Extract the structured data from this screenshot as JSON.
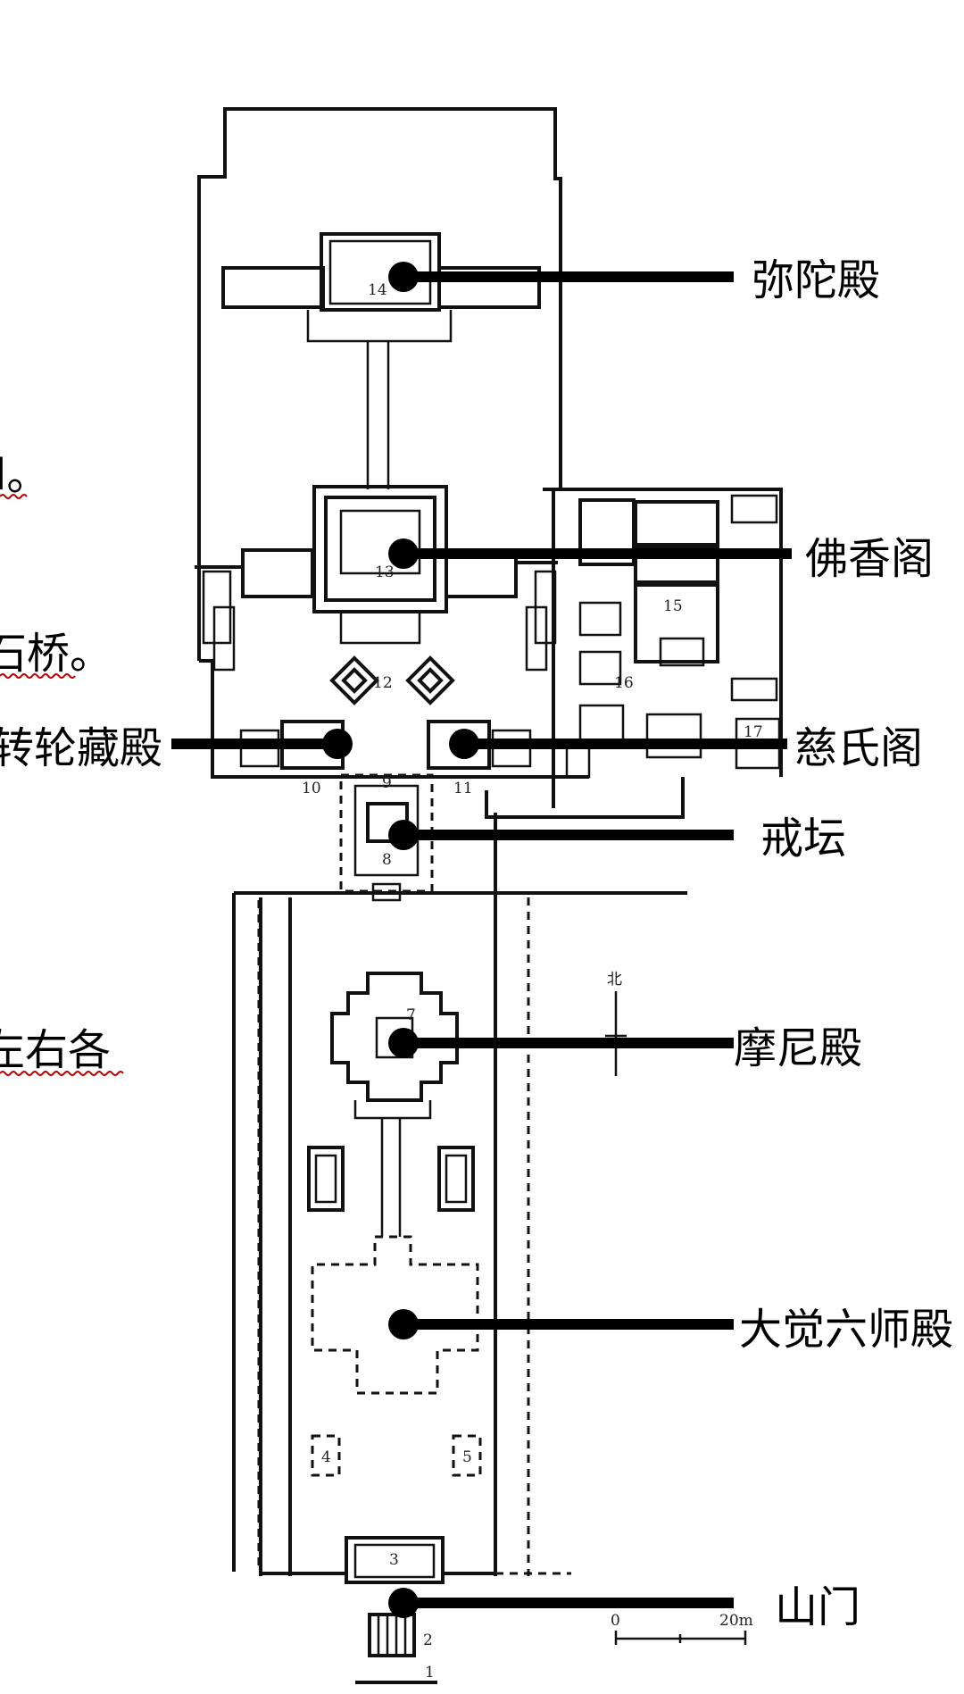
{
  "callouts": [
    {
      "label": "弥陀殿"
    },
    {
      "label": "佛香阁"
    },
    {
      "label": "转轮藏殿"
    },
    {
      "label": "慈氏阁"
    },
    {
      "label": "戒坛"
    },
    {
      "label": "摩尼殿"
    },
    {
      "label": "大觉六师殿"
    },
    {
      "label": "山门"
    }
  ],
  "plan_numbers": [
    "14",
    "13",
    "15",
    "16",
    "17",
    "12",
    "10",
    "11",
    "9",
    "8",
    "7",
    "4",
    "5",
    "3",
    "2",
    "1"
  ],
  "left_text_fragments": [
    {
      "text": "l。",
      "underline": true
    },
    {
      "text": "石桥。",
      "underline": true
    },
    {
      "text": "左右各",
      "underline": true
    }
  ],
  "north_label": "北",
  "scale_bar": {
    "start": "0",
    "end": "20m"
  }
}
